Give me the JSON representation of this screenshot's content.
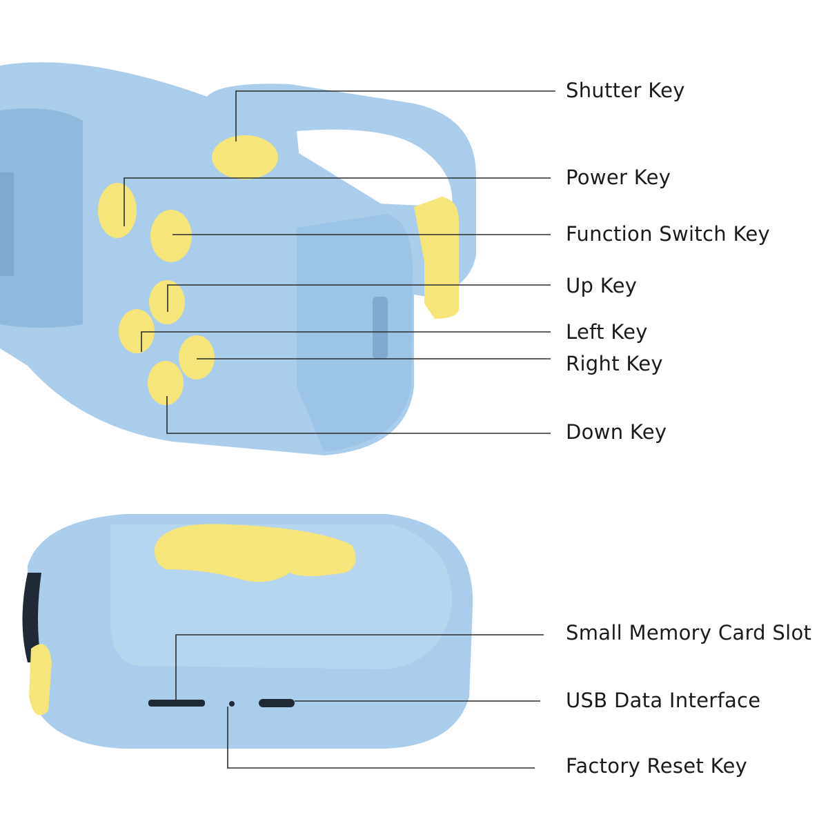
{
  "colors": {
    "body_blue": "#a9cdea",
    "body_blue_dark": "#8fb9dd",
    "button_yellow": "#f5e57a",
    "leader_line": "#2a2a2a"
  },
  "top_view": {
    "callouts": [
      {
        "id": "shutter",
        "label": "Shutter Key"
      },
      {
        "id": "power",
        "label": "Power Key"
      },
      {
        "id": "function",
        "label": "Function Switch Key"
      },
      {
        "id": "up",
        "label": "Up Key"
      },
      {
        "id": "left",
        "label": "Left Key"
      },
      {
        "id": "right",
        "label": "Right Key"
      },
      {
        "id": "down",
        "label": "Down Key"
      }
    ]
  },
  "bottom_view": {
    "callouts": [
      {
        "id": "memory",
        "label": "Small Memory Card Slot"
      },
      {
        "id": "usb",
        "label": "USB Data Interface"
      },
      {
        "id": "reset",
        "label": "Factory Reset Key"
      }
    ]
  }
}
